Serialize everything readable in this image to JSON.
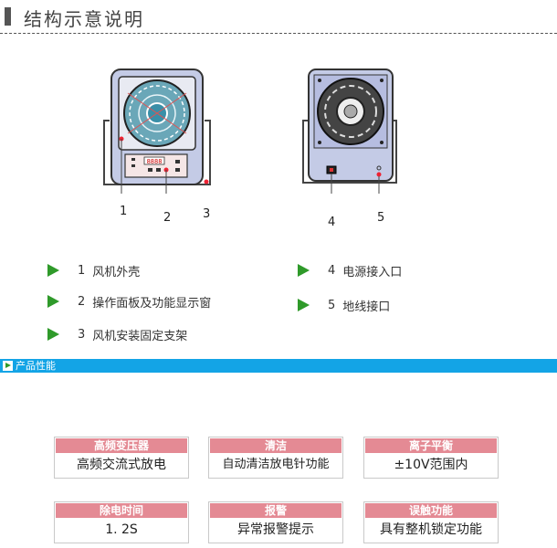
{
  "header": {
    "title": "结构示意说明"
  },
  "callouts": [
    "1",
    "2",
    "3",
    "4",
    "5"
  ],
  "legend": [
    {
      "num": "1",
      "text": "风机外壳"
    },
    {
      "num": "2",
      "text": "操作面板及功能显示窗"
    },
    {
      "num": "3",
      "text": "风机安装固定支架"
    },
    {
      "num": "4",
      "text": "电源接入口"
    },
    {
      "num": "5",
      "text": "地线接口"
    }
  ],
  "section": {
    "title": "产品性能"
  },
  "features": [
    {
      "title": "高频变压器",
      "value": "高频交流式放电"
    },
    {
      "title": "清洁",
      "value": "自动清洁放电针功能"
    },
    {
      "title": "离子平衡",
      "value": "±10V范围内"
    },
    {
      "title": "除电时间",
      "value": "1. 2S"
    },
    {
      "title": "报警",
      "value": "异常报警提示"
    },
    {
      "title": "误触功能",
      "value": "具有整机锁定功能"
    }
  ],
  "panel_display": "8888",
  "colors": {
    "accent_green": "#2f9a2a",
    "section_blue": "#13a4e6",
    "card_header": "#e48a94",
    "housing": "#c4cbe6"
  }
}
